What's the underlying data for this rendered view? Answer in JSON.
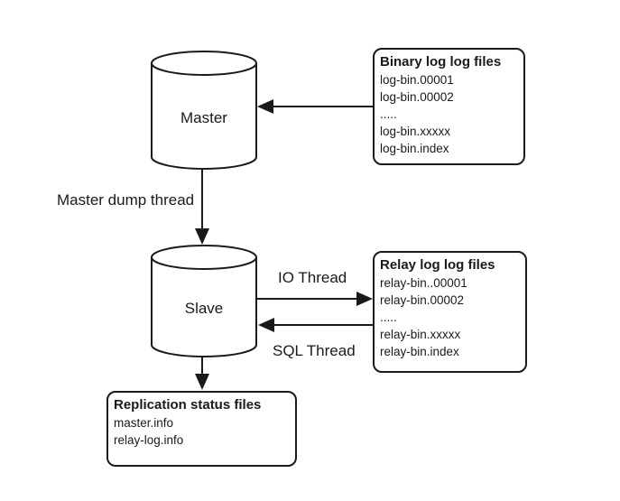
{
  "colors": {
    "ink": "#1a1a1a",
    "background": "#ffffff"
  },
  "nodes": {
    "master": {
      "label": "Master"
    },
    "slave": {
      "label": "Slave"
    }
  },
  "boxes": {
    "binary_log": {
      "title": "Binary log log files",
      "lines": [
        "log-bin.00001",
        "log-bin.00002",
        ".....",
        "log-bin.xxxxx",
        "log-bin.index"
      ]
    },
    "relay_log": {
      "title": "Relay log log files",
      "lines": [
        "relay-bin..00001",
        "relay-bin.00002",
        ".....",
        "relay-bin.xxxxx",
        "relay-bin.index"
      ]
    },
    "replication_status": {
      "title": "Replication status files",
      "lines": [
        "master.info",
        "relay-log.info"
      ]
    }
  },
  "edge_labels": {
    "master_dump_thread": "Master dump thread",
    "io_thread": "IO Thread",
    "sql_thread": "SQL Thread"
  }
}
